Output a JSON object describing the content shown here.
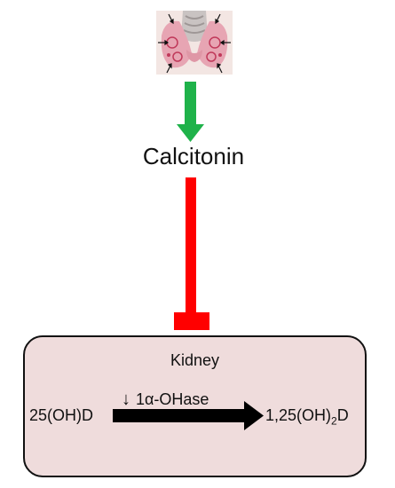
{
  "hormone": {
    "label": "Calcitonin"
  },
  "kidney": {
    "title": "Kidney",
    "enzyme_label": "1α-OHase",
    "enzyme_effect_symbol": "↓",
    "substrate": "25(OH)D",
    "product": {
      "prefix": "1,25(OH)",
      "subscript": "2",
      "suffix": "D"
    }
  },
  "colors": {
    "stimulate_arrow": "#1fb24a",
    "inhibit_arrow": "#ff0000",
    "kidney_fill": "#efdcdc",
    "reaction_arrow": "#000000"
  }
}
